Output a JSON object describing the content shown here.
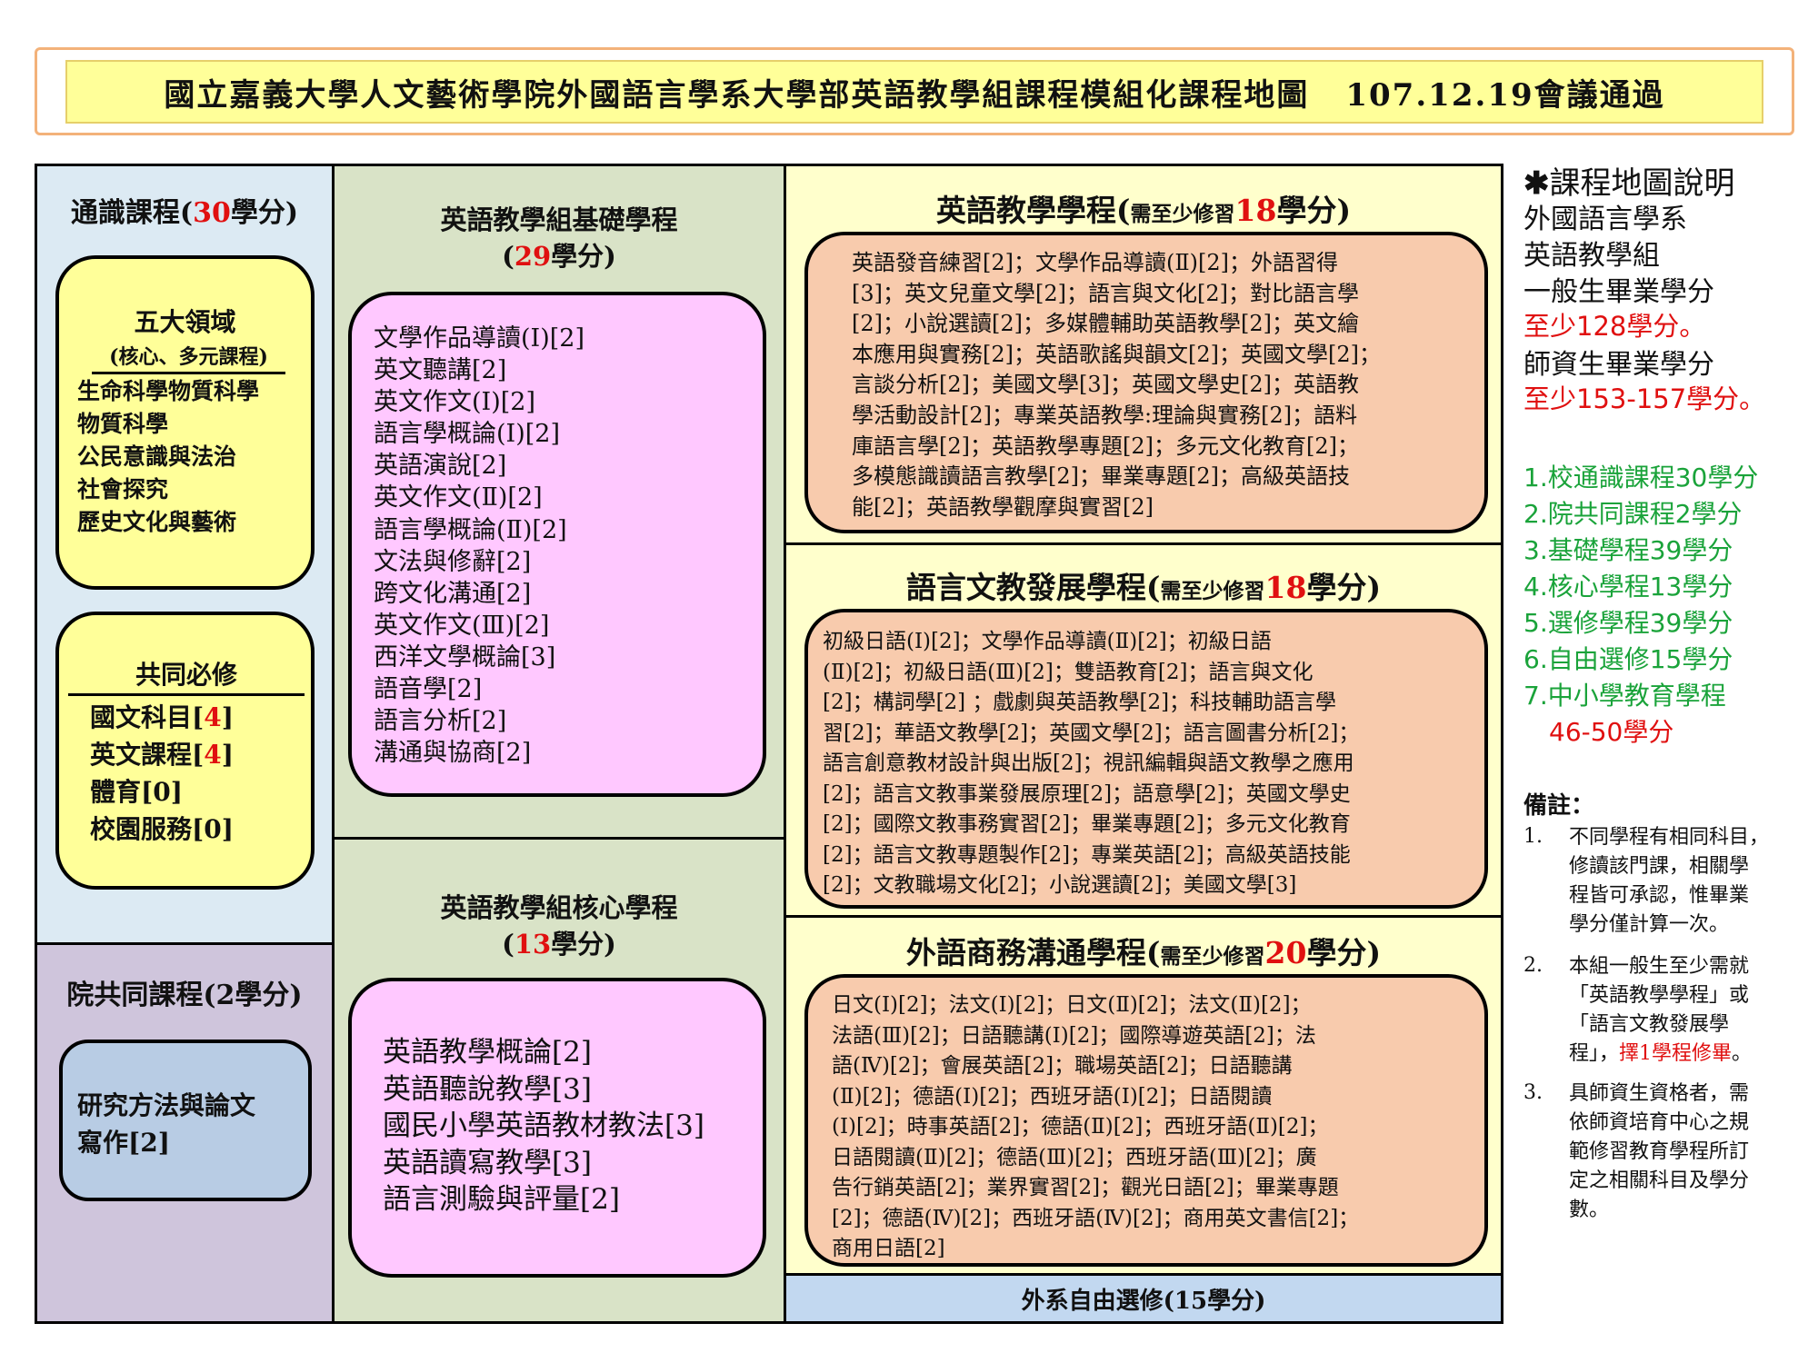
{
  "title": {
    "text": "國立嘉義大學人文藝術學院外國語言學系大學部英語教學組課程模組化課程地圖",
    "date": "107.12.19會議通過"
  },
  "gened": {
    "caption_pre": "通識課程(",
    "caption_num": "30",
    "caption_post": "學分)",
    "five_areas": {
      "title": "五大領域",
      "subtitle": "(核心、多元課程)",
      "items": [
        "生命科學物質科學",
        "物質科學",
        "公民意識與法治",
        "社會探究",
        "歷史文化與藝術"
      ]
    },
    "required": {
      "title": "共同必修",
      "items": [
        {
          "name": "國文科目[",
          "num": "4",
          "end": "]"
        },
        {
          "name": "英文課程[",
          "num": "4",
          "end": "]"
        },
        {
          "name": "體育[0]",
          "num": "",
          "end": ""
        },
        {
          "name": "校園服務[0]",
          "num": "",
          "end": ""
        }
      ]
    }
  },
  "college": {
    "caption": "院共同課程(2學分)",
    "course": [
      "研究方法與論文",
      "寫作[2]"
    ]
  },
  "basic": {
    "caption": "英語教學組基礎學程",
    "credit_pre": "(",
    "credit_num": "29",
    "credit_post": "學分)",
    "courses": [
      "文學作品導讀(Ⅰ)[2]",
      "英文聽講[2]",
      "英文作文(Ⅰ)[2]",
      "語言學概論(Ⅰ)[2]",
      "英語演說[2]",
      "英文作文(Ⅱ)[2]",
      "語言學概論(Ⅱ)[2]",
      "文法與修辭[2]",
      "跨文化溝通[2]",
      "英文作文(Ⅲ)[2]",
      "西洋文學概論[3]",
      "語音學[2]",
      "語言分析[2]",
      "溝通與協商[2]"
    ]
  },
  "core": {
    "caption": "英語教學組核心學程",
    "credit_pre": "(",
    "credit_num": "13",
    "credit_post": "學分)",
    "courses": [
      "英語教學概論[2]",
      "英語聽說教學[3]",
      "國民小學英語教材教法[3]",
      "英語讀寫教學[3]",
      "語言測驗與評量[2]"
    ]
  },
  "teach": {
    "caption_pre": "英語教學學程(",
    "caption_small": "需至少修習",
    "caption_num": "18",
    "caption_post": "學分)",
    "lines": [
      "英語發音練習[2]；文學作品導讀(Ⅱ)[2]；外語習得",
      "[3]；英文兒童文學[2]；語言與文化[2]；對比語言學",
      "[2]；小說選讀[2]；多媒體輔助英語教學[2]；英文繪",
      "本應用與實務[2]；英語歌謠與韻文[2]；英國文學[2]；",
      "言談分析[2]；美國文學[3]；英國文學史[2]；英語教",
      "學活動設計[2]；專業英語教學:理論與實務[2]；語料",
      "庫語言學[2]；英語教學專題[2]；多元文化教育[2]；",
      "多模態識讀語言教學[2]；畢業專題[2]；高級英語技",
      "能[2]；英語教學觀摩與實習[2]"
    ]
  },
  "lang": {
    "caption_pre": "語言文教發展學程(",
    "caption_small": "需至少修習",
    "caption_num": "18",
    "caption_post": "學分)",
    "lines": [
      "初級日語(Ⅰ)[2]；文學作品導讀(Ⅱ)[2]；初級日語",
      "(Ⅱ)[2]；初級日語(Ⅲ)[2]；雙語教育[2]；語言與文化",
      "[2]；構詞學[2] ；戲劇與英語教學[2]；科技輔助語言學",
      "習[2]；華語文教學[2]；英國文學[2]；語言圖書分析[2]；",
      "語言創意教材設計與出版[2]；視訊編輯與語文教學之應用",
      "[2]；語言文教事業發展原理[2]；語意學[2]；英國文學史",
      "[2]；國際文教事務實習[2]；畢業專題[2]；多元文化教育",
      "[2]；語言文教專題製作[2]；專業英語[2]；高級英語技能",
      "[2]；文教職場文化[2]；小說選讀[2]；美國文學[3]"
    ]
  },
  "biz": {
    "caption_pre": "外語商務溝通學程(",
    "caption_small": "需至少修習",
    "caption_num": "20",
    "caption_post": "學分)",
    "lines": [
      "日文(Ⅰ)[2]；法文(Ⅰ)[2]；日文(Ⅱ)[2]；法文(Ⅱ)[2]；",
      "法語(Ⅲ)[2]；日語聽講(Ⅰ)[2]；國際導遊英語[2]；法",
      "語(Ⅳ)[2]；會展英語[2]；職場英語[2]；日語聽講",
      "(Ⅱ)[2]；德語(Ⅰ)[2]；西班牙語(Ⅰ)[2]；日語閱讀",
      "(Ⅰ)[2]；時事英語[2]；德語(Ⅱ)[2]；西班牙語(Ⅱ)[2]；",
      "日語閱讀(Ⅱ)[2]；德語(Ⅲ)[2]；西班牙語(Ⅲ)[2]；廣",
      "告行銷英語[2]；業界實習[2]；觀光日語[2]；畢業專題",
      "[2]；德語(Ⅳ)[2]；西班牙語(Ⅳ)[2]；商用英文書信[2]；",
      "商用日語[2]"
    ]
  },
  "free": {
    "caption": "外系自由選修(15學分)"
  },
  "notes": {
    "title_mark": "✱",
    "title": "課程地圖說明",
    "intro": [
      "外國語言學系",
      "英語教學組",
      "一般生畢業學分"
    ],
    "general_min": "至少128學分。",
    "teacher_label": "師資生畢業學分",
    "teacher_min": "至少153-157學分。",
    "list": [
      "1.校通識課程30學分",
      "2.院共同課程2學分",
      "3.基礎學程39學分",
      "4.核心學程13學分",
      "5.選修學程39學分",
      "6.自由選修15學分",
      "7.中小學教育學程",
      "46-50學分"
    ],
    "remarks_title": "備註：",
    "remark1_num": "1.",
    "remark1": [
      "不同學程有相同科目，",
      "修讀該門課，相關學",
      "程皆可承認，惟畢業",
      "學分僅計算一次。"
    ],
    "remark2_num": "2.",
    "remark2": [
      "本組一般生至少需就",
      "「英語教學學程」或",
      "「語言文教發展學"
    ],
    "remark2_last_pre": "程」，",
    "remark2_last_red": "擇1學程修畢",
    "remark2_last_post": "。",
    "remark3_num": "3.",
    "remark3": [
      "具師資生資格者，需",
      "依師資培育中心之規",
      "範修習教育學程所訂",
      "定之相關科目及學分",
      "數。"
    ]
  }
}
